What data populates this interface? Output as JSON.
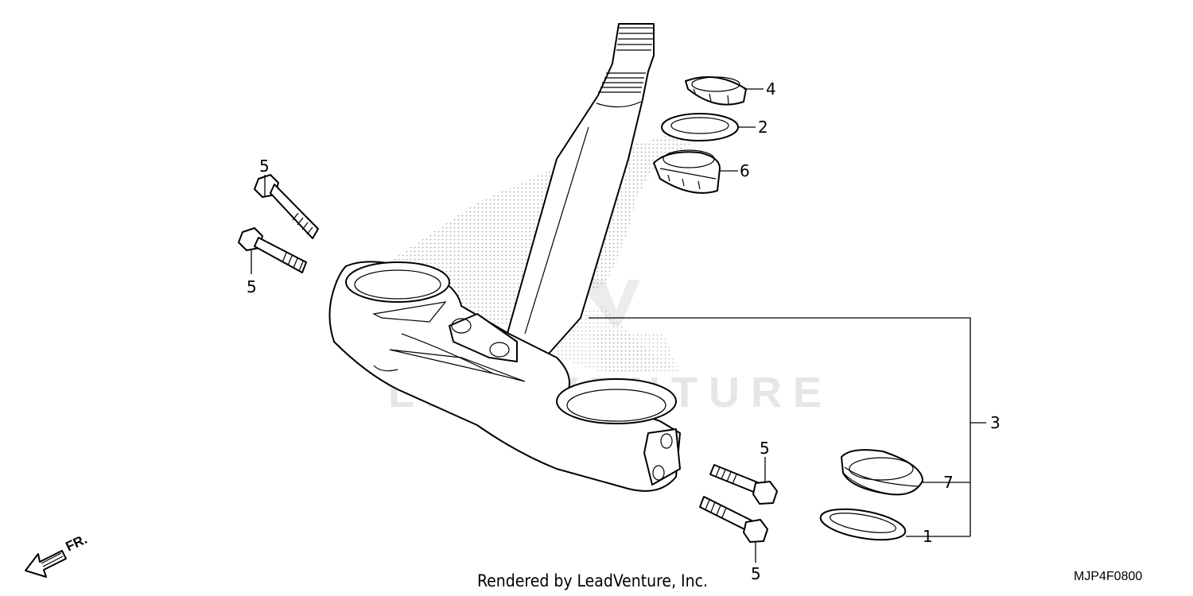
{
  "diagram": {
    "callouts": {
      "bearing_top_nut": "4",
      "dust_seal_top": "2",
      "bearing_top": "6",
      "bolt_upper_1": "5",
      "bolt_upper_2": "5",
      "bolt_lower_1": "5",
      "bolt_lower_2": "5",
      "assembly": "3",
      "bearing_bottom": "7",
      "dust_seal_bottom": "1"
    },
    "watermark": "LEADVENTURE",
    "direction_label": "FR.",
    "footer": "Rendered by LeadVenture, Inc.",
    "diagram_code": "MJP4F0800"
  }
}
